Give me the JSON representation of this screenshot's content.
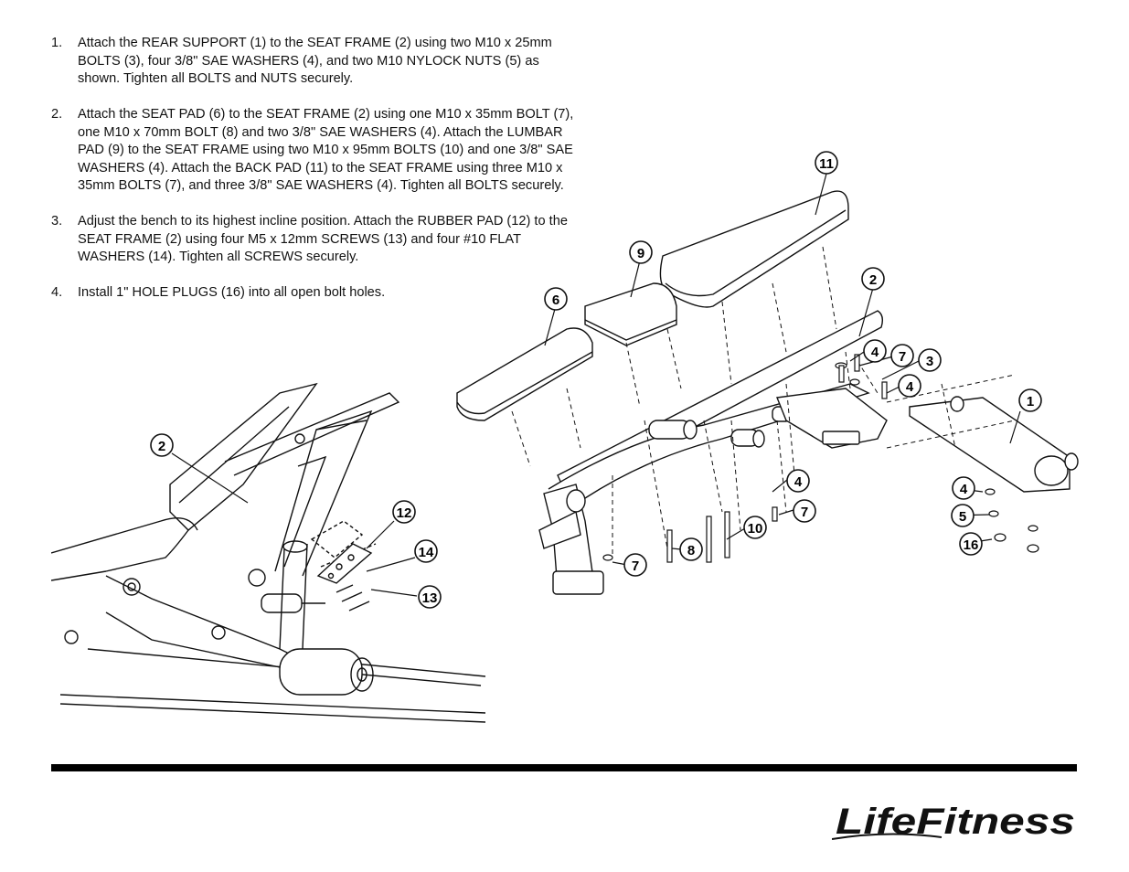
{
  "instructions": [
    {
      "number": "1.",
      "text": "Attach the REAR SUPPORT (1) to the SEAT FRAME (2) using two M10 x 25mm BOLTS (3), four 3/8\" SAE WASHERS (4), and two M10 NYLOCK NUTS (5) as shown.  Tighten all BOLTS and NUTS securely."
    },
    {
      "number": "2.",
      "text": "Attach the SEAT PAD (6) to the SEAT FRAME (2) using one M10 x 35mm BOLT (7), one M10 x 70mm BOLT (8) and two 3/8\" SAE WASHERS (4). Attach the LUMBAR PAD (9) to the SEAT FRAME using two M10 x 95mm BOLTS (10) and one 3/8\" SAE WASHERS (4). Attach the BACK PAD (11) to the SEAT FRAME using three M10 x 35mm BOLTS (7), and three 3/8\" SAE WASHERS (4).  Tighten all BOLTS securely."
    },
    {
      "number": "3.",
      "text": "Adjust the bench to its highest incline position. Attach the RUBBER PAD (12) to the SEAT FRAME (2) using four M5 x 12mm SCREWS (13) and four #10 FLAT WASHERS (14). Tighten all SCREWS securely."
    },
    {
      "number": "4.",
      "text": "Install 1\" HOLE PLUGS (16) into all open bolt holes."
    }
  ],
  "detail_callouts": [
    "2",
    "12",
    "14",
    "13"
  ],
  "main_callouts": [
    "11",
    "9",
    "2",
    "6",
    "4",
    "7",
    "3",
    "4",
    "1",
    "4",
    "7",
    "4",
    "5",
    "16",
    "10",
    "8",
    "7"
  ],
  "logo": {
    "text": "LifeFitness"
  }
}
